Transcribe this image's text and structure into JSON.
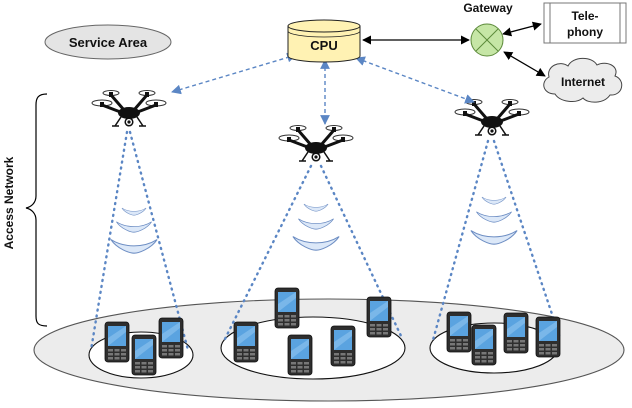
{
  "labels": {
    "service_area": "Service Area",
    "cpu": "CPU",
    "gateway": "Gateway",
    "telephony_line1": "Tele-",
    "telephony_line2": "phony",
    "internet": "Internet",
    "access_network": "Access Network"
  },
  "colors": {
    "link_dashed": "#5b86c4",
    "cpu_fill": "#fff2b3",
    "gateway_fill": "#c6e6a6",
    "wave_fill": "#dce8f8",
    "ellipse_fill": "#ececec",
    "phone_screen": "#5aa3e0"
  },
  "icons": [
    "drone-icon",
    "mobile-phone-icon",
    "database-cylinder-icon",
    "cross-router-icon",
    "cloud-icon"
  ]
}
